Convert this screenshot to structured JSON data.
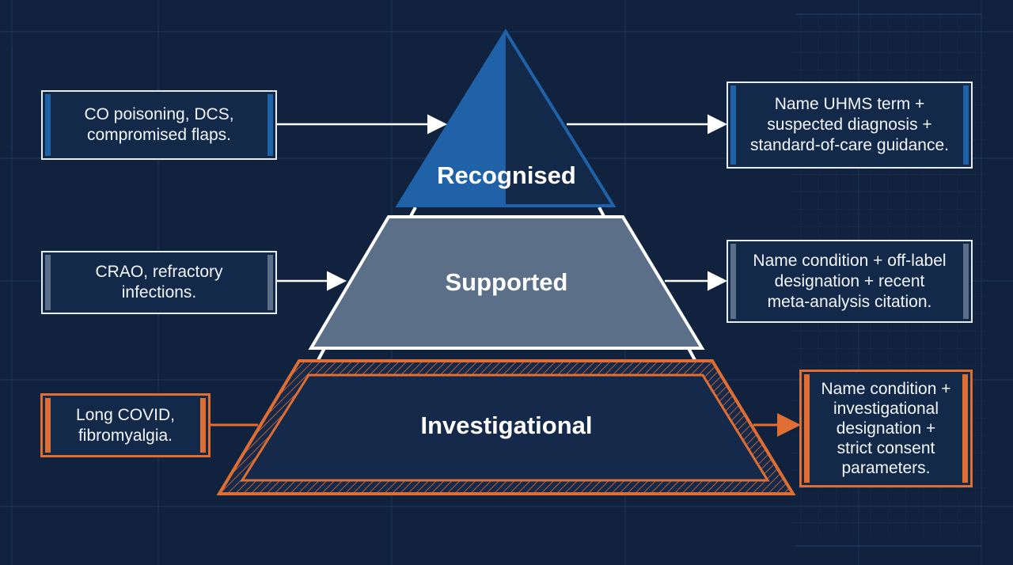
{
  "tiers": {
    "recognised": {
      "label": "Recognised",
      "examples": "CO poisoning, DCS,\ncompromised flaps.",
      "guidance": "Name UHMS term +\nsuspected diagnosis +\nstandard-of-care guidance."
    },
    "supported": {
      "label": "Supported",
      "examples": "CRAO, refractory\ninfections.",
      "guidance": "Name condition + off-label\ndesignation + recent\nmeta-analysis citation."
    },
    "investigational": {
      "label": "Investigational",
      "examples": "Long COVID,\nfibromyalgia.",
      "guidance": "Name condition +\ninvestigational\ndesignation +\nstrict consent\nparameters."
    }
  },
  "colors": {
    "background": "#10223e",
    "recognised_fill": "#1f62a8",
    "supported_fill": "#5c6f88",
    "investigational_accent": "#e06e33",
    "outline": "#e8edf5"
  }
}
